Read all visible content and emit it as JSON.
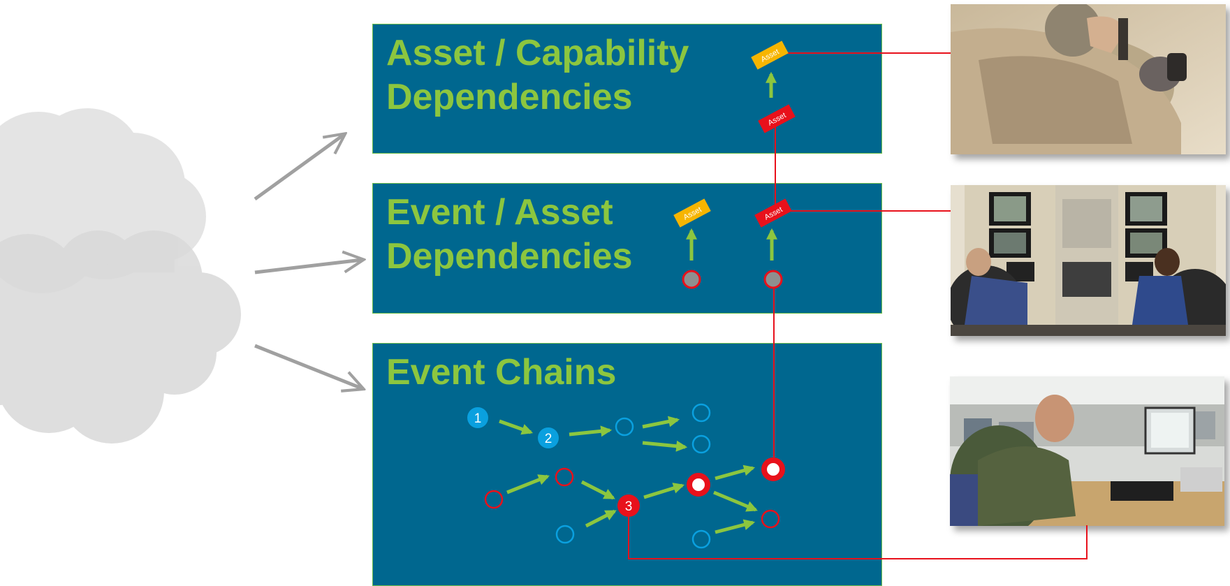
{
  "panels": {
    "top": {
      "title_line1": "Asset / Capability",
      "title_line2": "Dependencies"
    },
    "middle": {
      "title_line1": "Event / Asset",
      "title_line2": "Dependencies"
    },
    "bottom": {
      "title_line1": "Event Chains"
    }
  },
  "tags": {
    "asset_label": "Asset"
  },
  "nodes": {
    "n1": "1",
    "n2": "2",
    "n3": "3"
  },
  "photos": {
    "soldier_prone": "soldier-prone-photo",
    "control_room": "control-room-photo",
    "office_analyst": "office-analyst-photo"
  },
  "colors": {
    "panel_bg": "#00678f",
    "title_green": "#8cc63f",
    "arrow_green": "#8cc63f",
    "link_red": "#e8111b",
    "node_blue": "#0aa0df",
    "tag_yellow": "#f7b500",
    "cloud_grey": "#e2e2e2",
    "big_arrow_grey": "#a0a0a0"
  }
}
